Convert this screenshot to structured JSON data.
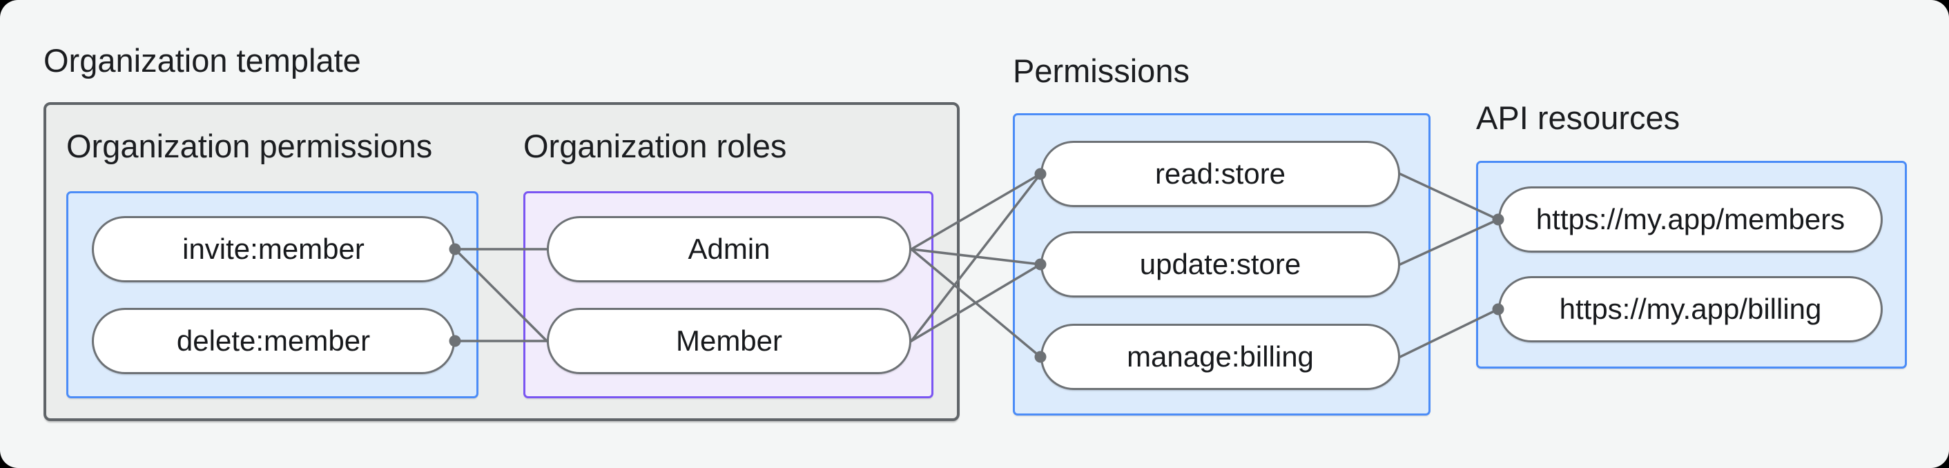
{
  "canvas": {
    "background": "#f4f6f6",
    "outside_background": "#000000"
  },
  "palette": {
    "template_fill": "#ebedec",
    "template_border": "#5f6468",
    "blue_fill": "#dcebfc",
    "blue_border": "#4b8cf7",
    "purple_fill": "#f2ecfc",
    "purple_border": "#7a55f2",
    "pill_fill": "#ffffff",
    "pill_border": "#6d7175",
    "connector": "#6d7175",
    "text": "#1b1d20"
  },
  "organization_template": {
    "label": "Organization template",
    "organization_permissions": {
      "label": "Organization permissions",
      "items": [
        "invite:member",
        "delete:member"
      ]
    },
    "organization_roles": {
      "label": "Organization roles",
      "items": [
        "Admin",
        "Member"
      ]
    }
  },
  "permissions": {
    "label": "Permissions",
    "items": [
      "read:store",
      "update:store",
      "manage:billing"
    ]
  },
  "api_resources": {
    "label": "API resources",
    "items": [
      "https://my.app/members",
      "https://my.app/billing"
    ]
  },
  "edges": [
    {
      "from": "invite:member",
      "to": "Admin"
    },
    {
      "from": "invite:member",
      "to": "Member"
    },
    {
      "from": "delete:member",
      "to": "Member"
    },
    {
      "from": "Admin",
      "to": "read:store"
    },
    {
      "from": "Admin",
      "to": "update:store"
    },
    {
      "from": "Admin",
      "to": "manage:billing"
    },
    {
      "from": "Member",
      "to": "read:store"
    },
    {
      "from": "Member",
      "to": "update:store"
    },
    {
      "from": "read:store",
      "to": "https://my.app/members"
    },
    {
      "from": "update:store",
      "to": "https://my.app/members"
    },
    {
      "from": "manage:billing",
      "to": "https://my.app/billing"
    }
  ]
}
